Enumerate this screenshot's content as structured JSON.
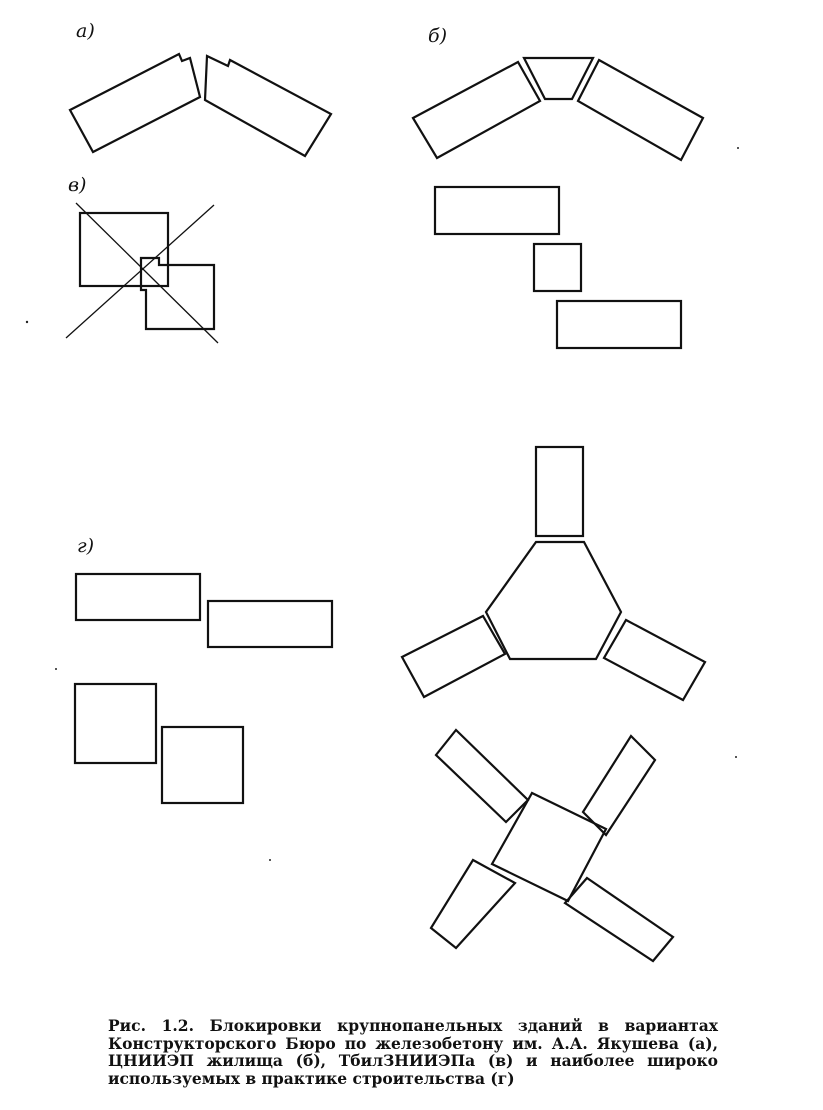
{
  "figure": {
    "panel_labels": {
      "a": "а)",
      "b": "б)",
      "v": "в)",
      "g": "г)"
    },
    "caption": "Рис. 1.2. Блокировки крупнопанельных зданий в вариантах Конструкторского Бюро по железобетону им. А.А. Якушева (а), ЦНИИЭП жилища (б), ТбилЗНИИЭПа (в) и наиболее широко используемых в практике строительства (г)"
  },
  "colors": {
    "ink": "#111111",
    "paper": "#ffffff"
  }
}
